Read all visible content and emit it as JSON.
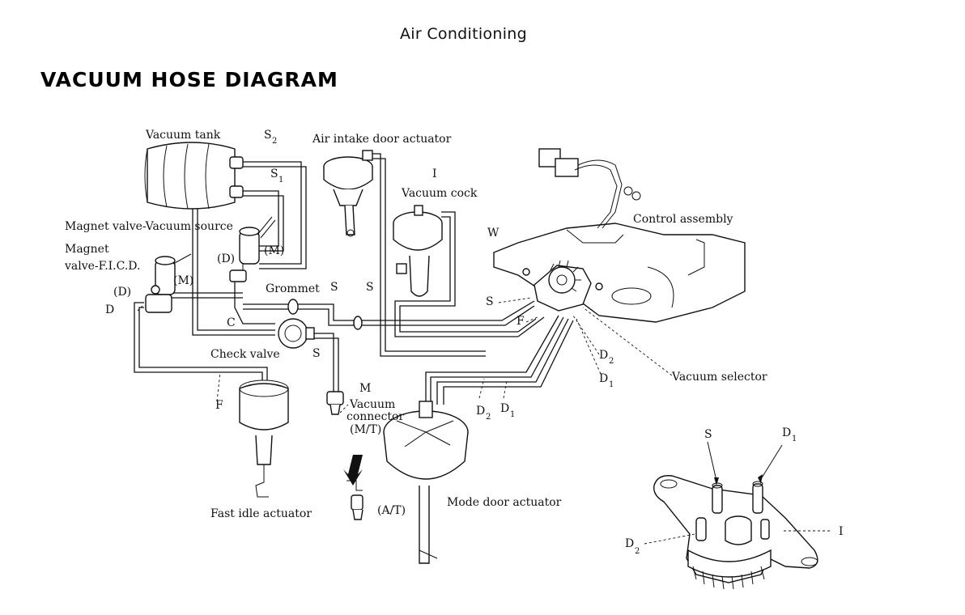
{
  "header": {
    "section": "Air Conditioning",
    "title": "VACUUM HOSE DIAGRAM"
  },
  "labels": {
    "vacuum_tank": "Vacuum tank",
    "s2": "S",
    "s2_sub": "2",
    "s1": "S",
    "s1_sub": "1",
    "air_intake_door_actuator": "Air intake door actuator",
    "i_top": "I",
    "vacuum_cock": "Vacuum cock",
    "control_assembly": "Control assembly",
    "w": "W",
    "magnet_valve_vacuum_source": "Magnet valve-Vacuum source",
    "magnet": "Magnet",
    "magnet_valve_ficd": "valve-F.I.C.D.",
    "m_upper": "(M)",
    "d_upper": "(D)",
    "m_left": "(M)",
    "d_left": "(D)",
    "d_dash": "D",
    "grommet": "Grommet",
    "s_mid_a": "S",
    "s_mid_b": "S",
    "s_selector": "S",
    "c": "C",
    "f_selector": "F",
    "check_valve": "Check valve",
    "s_check": "S",
    "d2_selector": "D",
    "d2_selector_sub": "2",
    "d1_selector": "D",
    "d1_selector_sub": "1",
    "vacuum_selector": "Vacuum selector",
    "m_connector": "M",
    "vacuum_connector_1": "Vacuum",
    "vacuum_connector_2": "connector",
    "vacuum_connector_3": "(M/T)",
    "d2_mode": "D",
    "d2_mode_sub": "2",
    "d1_mode": "D",
    "d1_mode_sub": "1",
    "f_left": "F",
    "fast_idle_actuator": "Fast idle actuator",
    "at": "(A/T)",
    "mode_door_actuator": "Mode door actuator",
    "inset_s": "S",
    "inset_d1": "D",
    "inset_d1_sub": "1",
    "inset_d2": "D",
    "inset_d2_sub": "2",
    "inset_i": "I"
  }
}
